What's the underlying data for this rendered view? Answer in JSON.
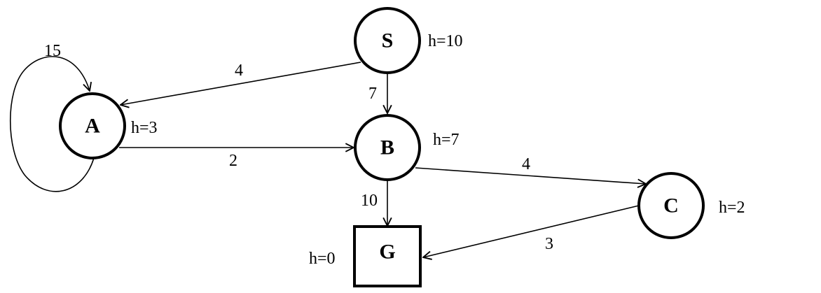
{
  "graph": {
    "nodes": {
      "S": {
        "label": "S",
        "heuristic": "h=10",
        "shape": "circle"
      },
      "A": {
        "label": "A",
        "heuristic": "h=3",
        "shape": "circle"
      },
      "B": {
        "label": "B",
        "heuristic": "h=7",
        "shape": "circle"
      },
      "C": {
        "label": "C",
        "heuristic": "h=2",
        "shape": "circle"
      },
      "G": {
        "label": "G",
        "heuristic": "h=0",
        "shape": "square"
      }
    },
    "edges": [
      {
        "from": "S",
        "to": "A",
        "weight": "4"
      },
      {
        "from": "S",
        "to": "B",
        "weight": "7"
      },
      {
        "from": "A",
        "to": "A",
        "weight": "15"
      },
      {
        "from": "A",
        "to": "B",
        "weight": "2"
      },
      {
        "from": "B",
        "to": "C",
        "weight": "4"
      },
      {
        "from": "B",
        "to": "G",
        "weight": "10"
      },
      {
        "from": "C",
        "to": "G",
        "weight": "3"
      }
    ]
  }
}
